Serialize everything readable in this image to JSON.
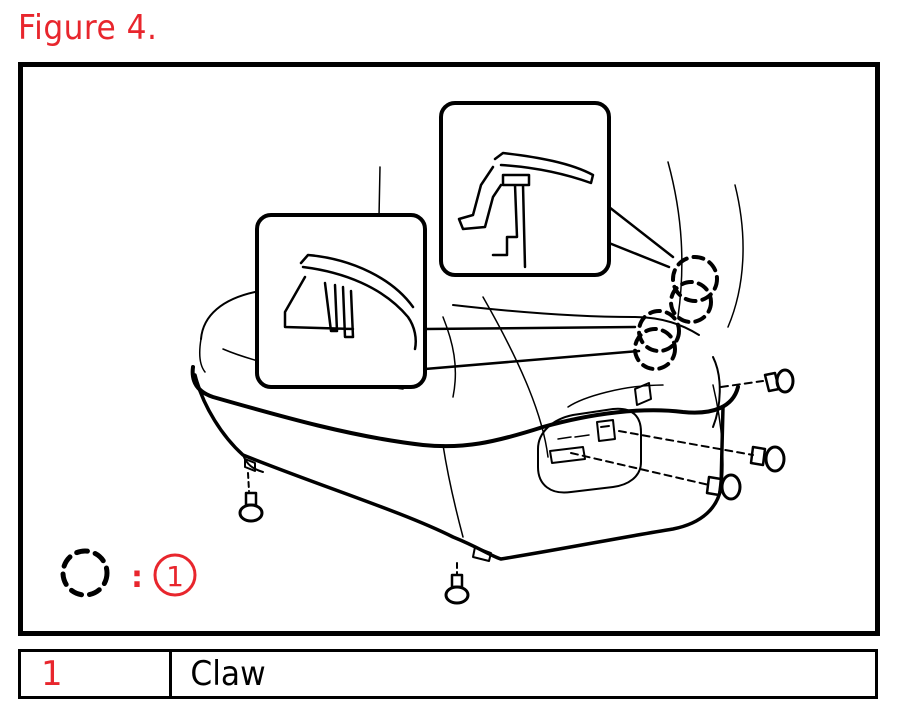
{
  "figure": {
    "title": "Figure 4.",
    "accent_color": "#e8262d"
  },
  "diagram": {
    "legend_symbol": "dashed-circle-icon",
    "legend_separator": ":",
    "legend_callout": "1"
  },
  "parts_table": {
    "rows": [
      {
        "number": "1",
        "name": "Claw"
      }
    ]
  }
}
